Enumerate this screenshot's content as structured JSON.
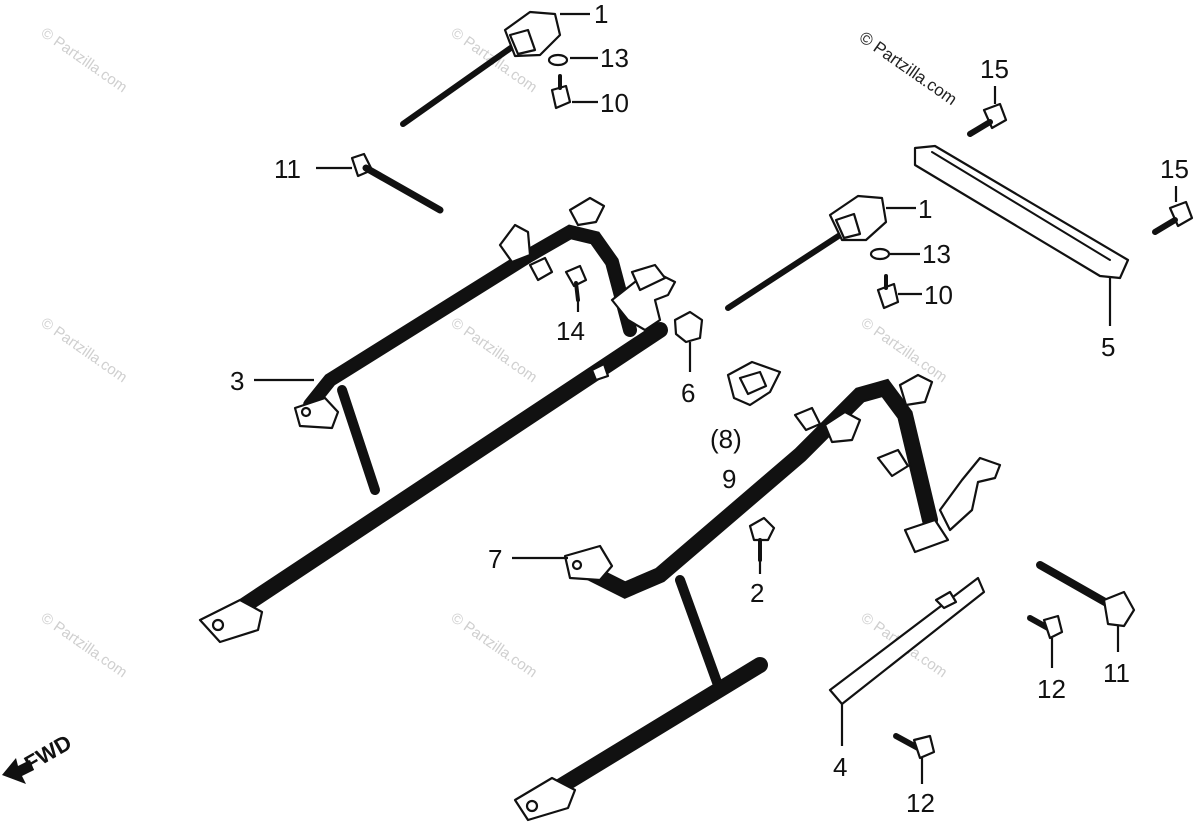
{
  "diagram": {
    "watermark_text": "© Partzilla.com",
    "direction_indicator": "FWD",
    "callouts": [
      {
        "id": "c1a",
        "label": "1"
      },
      {
        "id": "c13a",
        "label": "13"
      },
      {
        "id": "c10a",
        "label": "10"
      },
      {
        "id": "c11a",
        "label": "11"
      },
      {
        "id": "c14",
        "label": "14"
      },
      {
        "id": "c3",
        "label": "3"
      },
      {
        "id": "c6",
        "label": "6"
      },
      {
        "id": "c8",
        "label": "(8)"
      },
      {
        "id": "c9",
        "label": "9"
      },
      {
        "id": "c7",
        "label": "7"
      },
      {
        "id": "c2",
        "label": "2"
      },
      {
        "id": "c1b",
        "label": "1"
      },
      {
        "id": "c13b",
        "label": "13"
      },
      {
        "id": "c10b",
        "label": "10"
      },
      {
        "id": "c15a",
        "label": "15"
      },
      {
        "id": "c15b",
        "label": "15"
      },
      {
        "id": "c5",
        "label": "5"
      },
      {
        "id": "c11b",
        "label": "11"
      },
      {
        "id": "c12a",
        "label": "12"
      },
      {
        "id": "c4",
        "label": "4"
      },
      {
        "id": "c12b",
        "label": "12"
      }
    ]
  }
}
